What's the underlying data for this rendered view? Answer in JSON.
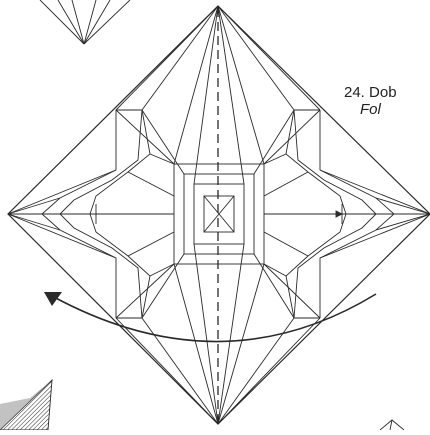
{
  "step": {
    "number": "24.",
    "title": "Dob",
    "subtitle": "Fol"
  },
  "colors": {
    "line": "#2a2a2a",
    "shade": "#7a7a7a",
    "paper": "#ffffff"
  },
  "icons": {
    "rotate_arrow": "curved-arrow-left",
    "fold_line": "valley-fold-dashed-line"
  }
}
